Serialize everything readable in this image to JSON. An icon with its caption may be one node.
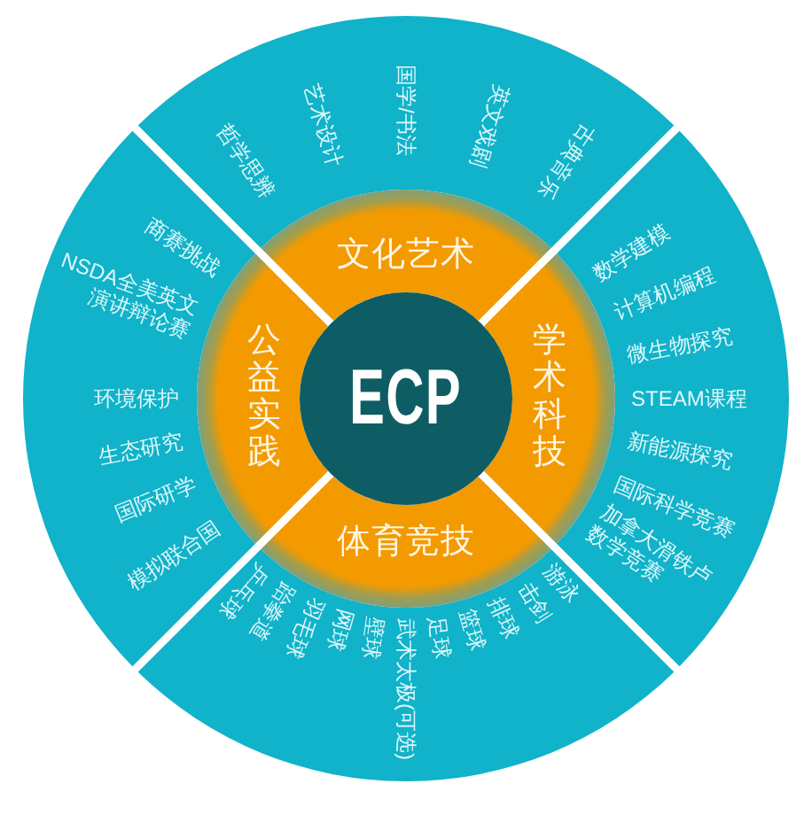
{
  "diagram": {
    "nodes": [
      {
        "text": [
          "ECP"
        ]
      },
      {
        "text": [
          "文化艺术"
        ]
      },
      {
        "text": [
          "学术科技"
        ]
      },
      {
        "text": [
          "体育竞技"
        ]
      },
      {
        "text": [
          "公益实践"
        ]
      },
      {
        "text": [
          "哲学思辨",
          "艺术设计",
          "国学/书法",
          "英文戏剧",
          "古典音乐"
        ]
      },
      {
        "text": [
          "数学建模",
          "计算机编程",
          "微生物探究",
          "STEAM课程",
          "新能源探究",
          "国际科学竞赛",
          "加拿大滑铁卢数学竞赛"
        ]
      },
      {
        "text": [
          "乒乓球",
          "跆拳道",
          "羽毛球",
          "网球",
          "壁球",
          "武术太极(可选)",
          "足球",
          "篮球",
          "排球",
          "击剑",
          "游泳"
        ]
      },
      {
        "text": [
          "商赛挑战",
          "NSDA全美英文演讲辩论赛",
          "环境保护",
          "生态研究",
          "国际研学",
          "模拟联合国"
        ]
      }
    ]
  }
}
